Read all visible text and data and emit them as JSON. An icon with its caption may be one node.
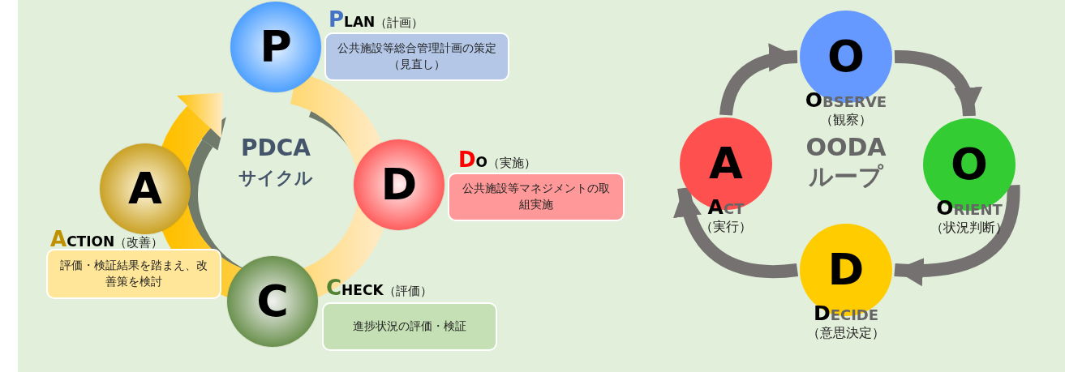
{
  "diagram": {
    "nodes": [
      {
        "text": [
          "P"
        ]
      },
      {
        "text": [
          "**PLAN**（計画）",
          "公共施設等総合管理計画の策定（見直し）"
        ]
      },
      {
        "text": [
          "D"
        ]
      },
      {
        "text": [
          "**DO**（実施）",
          "公共施設等マネジメントの取組実施"
        ]
      },
      {
        "text": [
          "C"
        ]
      },
      {
        "text": [
          "**CHECK**（評価）",
          "進捗状況の評価・検証"
        ]
      },
      {
        "text": [
          "A"
        ]
      },
      {
        "text": [
          "**ACTION**（改善）",
          "評価・検証結果を踏まえ、改善策を検討"
        ]
      },
      {
        "text": [
          "O",
          "OBSERVE",
          "（観察）"
        ]
      },
      {
        "text": [
          "O",
          "ORIENT",
          "（状況判断）"
        ]
      },
      {
        "text": [
          "D",
          "DECIDE",
          "（意思決定）"
        ]
      },
      {
        "text": [
          "A",
          "ACT",
          "（実行）"
        ]
      }
    ],
    "edges": [
      {
        "from": 11,
        "to": 8,
        "arrow": "to"
      },
      {
        "from": 8,
        "to": 9,
        "arrow": "to"
      },
      {
        "from": 9,
        "to": 10,
        "arrow": "to"
      },
      {
        "from": 10,
        "to": 11,
        "arrow": "to"
      }
    ],
    "labels": [
      "PDCA",
      "サイクル",
      "OODA",
      "ループ"
    ]
  }
}
